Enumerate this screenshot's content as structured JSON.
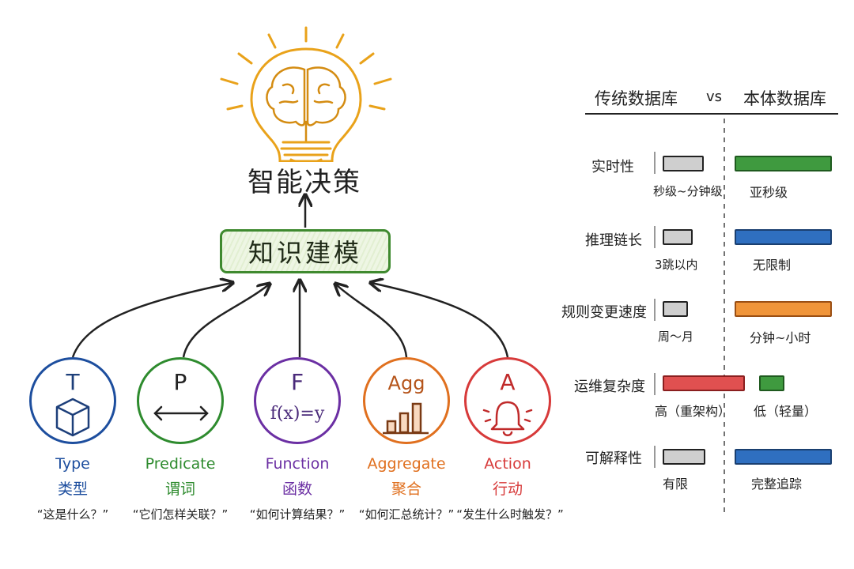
{
  "diagram": {
    "top_label": "智能决策",
    "center_box": "知识建模",
    "categories": [
      {
        "letter": "T",
        "en": "Type",
        "zh": "类型",
        "question": "“这是什么？”",
        "color": "#1d4e9e"
      },
      {
        "letter": "P",
        "en": "Predicate",
        "zh": "谓词",
        "question": "“它们怎样关联？”",
        "color": "#2e8b2e"
      },
      {
        "letter": "F",
        "formula": "f(x)=y",
        "en": "Function",
        "zh": "函数",
        "question": "“如何计算结果？”",
        "color": "#6b2fa3"
      },
      {
        "letter": "Agg",
        "en": "Aggregate",
        "zh": "聚合",
        "question": "“如何汇总统计？”",
        "color": "#e0701f"
      },
      {
        "letter": "A",
        "en": "Action",
        "zh": "行动",
        "question": "“发生什么时触发？”",
        "color": "#d73a3a"
      }
    ]
  },
  "comparison": {
    "left_header": "传统数据库",
    "vs": "vs",
    "right_header": "本体数据库",
    "rows": [
      {
        "label": "实时性",
        "traditional": "秒级~分钟级",
        "ontology": "亚秒级",
        "ontology_color": "#3f9a3f"
      },
      {
        "label": "推理链长",
        "traditional": "3跳以内",
        "ontology": "无限制",
        "ontology_color": "#2f6fc0"
      },
      {
        "label": "规则变更速度",
        "traditional": "周～月",
        "ontology": "分钟~小时",
        "ontology_color": "#f0953a"
      },
      {
        "label": "运维复杂度",
        "traditional": "高（重架构）",
        "ontology": "低（轻量）",
        "traditional_color": "#e05050",
        "ontology_color": "#3f9a3f"
      },
      {
        "label": "可解释性",
        "traditional": "有限",
        "ontology": "完整追踪",
        "ontology_color": "#2f6fc0"
      }
    ]
  }
}
